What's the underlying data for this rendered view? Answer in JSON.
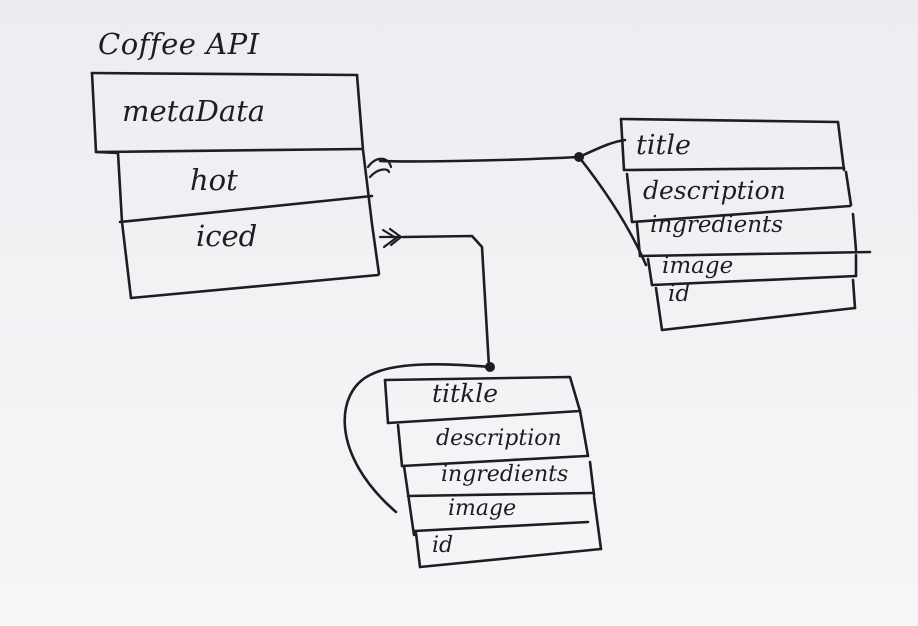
{
  "diagram": {
    "title": "Coffee API",
    "root_entity": {
      "fields": [
        "metaData",
        "hot",
        "iced"
      ]
    },
    "hot_entity": {
      "fields": [
        "title",
        "description",
        "ingredients",
        "image",
        "id"
      ]
    },
    "iced_entity": {
      "fields": [
        "titkle",
        "description",
        "ingredients",
        "image",
        "id"
      ]
    },
    "relationships": [
      {
        "from": "hot",
        "to": "hot_entity",
        "notation": "crow-foot to dot"
      },
      {
        "from": "iced",
        "to": "iced_entity",
        "notation": "crow-foot to dot"
      }
    ]
  }
}
